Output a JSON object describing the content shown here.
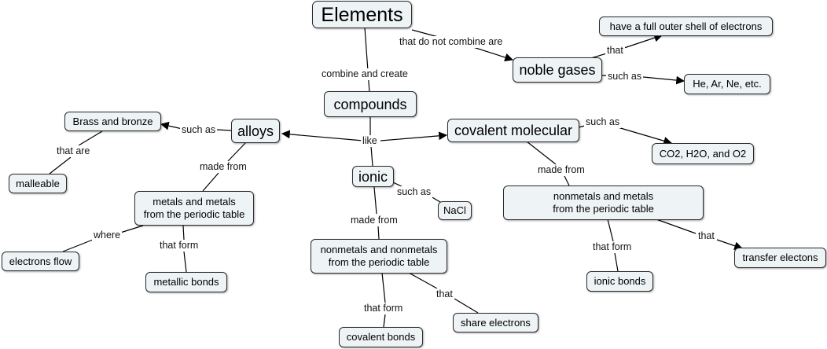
{
  "nodes": {
    "elements": "Elements",
    "noble_gases": "noble gases",
    "full_outer_shell": "have a full outer shell of electrons",
    "he_ar_ne": "He, Ar, Ne, etc.",
    "compounds": "compounds",
    "alloys": "alloys",
    "brass_bronze": "Brass and bronze",
    "malleable": "malleable",
    "metals_metals": "metals and metals\nfrom the periodic table",
    "electrons_flow": "electrons flow",
    "metallic_bonds": "metallic bonds",
    "ionic": "ionic",
    "nacl": "NaCl",
    "nonmetals_nonmetals": "nonmetals and nonmetals\nfrom the periodic table",
    "covalent_bonds": "covalent bonds",
    "share_electrons": "share electrons",
    "covalent_molecular": "covalent molecular",
    "co2_h2o_o2": "CO2, H2O, and O2",
    "nonmetals_metals": "nonmetals and metals\nfrom the periodic table",
    "ionic_bonds": "ionic bonds",
    "transfer_electons": "transfer electons"
  },
  "labels": {
    "that_do_not_combine": "that do not combine are",
    "that_noble": "that",
    "such_as_noble": "such as",
    "combine_and_create": "combine and create",
    "like": "like",
    "such_as_alloys": "such as",
    "that_are": "that are",
    "made_from_alloys": "made from",
    "where": "where",
    "that_form_metallic": "that form",
    "such_as_ionic": "such as",
    "made_from_ionic": "made from",
    "that_form_covalent": "that form",
    "that_share": "that",
    "such_as_covalent": "such as",
    "made_from_covalent": "made from",
    "that_form_ionic": "that form",
    "that_transfer": "that"
  }
}
